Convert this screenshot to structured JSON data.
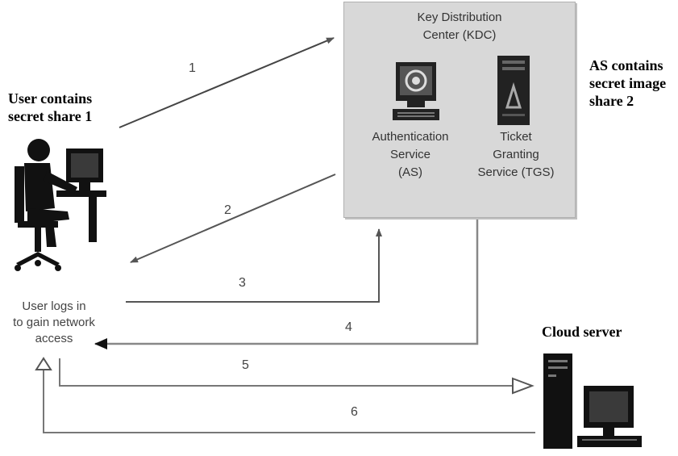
{
  "kdc": {
    "title": "Key Distribution\nCenter (KDC)",
    "as_label": "Authentication\nService\n(AS)",
    "tgs_label": "Ticket\nGranting\nService (TGS)"
  },
  "user": {
    "share_label": "User contains\nsecret share 1",
    "logs_label": "User logs in\nto gain network\naccess"
  },
  "as_share_label": "AS contains\nsecret image\nshare 2",
  "cloud_label": "Cloud server",
  "steps": [
    "1",
    "2",
    "3",
    "4",
    "5",
    "6"
  ],
  "icons": [
    "user-at-computer-icon",
    "authentication-computer-icon",
    "ticket-server-icon",
    "cloud-server-icon"
  ]
}
